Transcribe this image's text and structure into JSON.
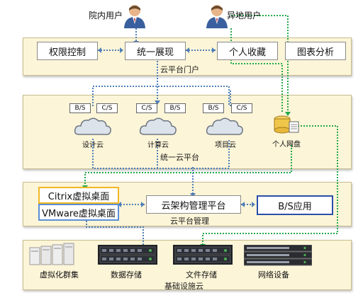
{
  "users": {
    "internal": "院内用户",
    "remote": "异地用户"
  },
  "portal": {
    "title": "云平台门户",
    "items": [
      "权限控制",
      "统一展现",
      "个人收藏",
      "图表分析"
    ]
  },
  "cloud_platform": {
    "title": "统一云平台",
    "tags": [
      "B/S",
      "C/S",
      "C/S",
      "B/S",
      "B/S",
      "C/S"
    ],
    "clouds": [
      "设计云",
      "计算云",
      "项目云"
    ],
    "disk": "个人网盘"
  },
  "management": {
    "title": "云平台管理",
    "citrix": "Citrix虚拟桌面",
    "vmware": "VMware虚拟桌面",
    "center": "云架构管理平台",
    "bs_app": "B/S应用"
  },
  "infrastructure": {
    "title": "基础设施云",
    "items": [
      "虚拟化群集",
      "数据存储",
      "文件存储",
      "网络设备"
    ]
  },
  "colors": {
    "panel_bg": "#fdf5d8",
    "blue_dotted": "#4f7fb8",
    "green_dotted": "#23a84a",
    "citrix_border": "#f2b624",
    "vmware_border": "#5b8fd6",
    "bs_border": "#2a4fa8"
  }
}
